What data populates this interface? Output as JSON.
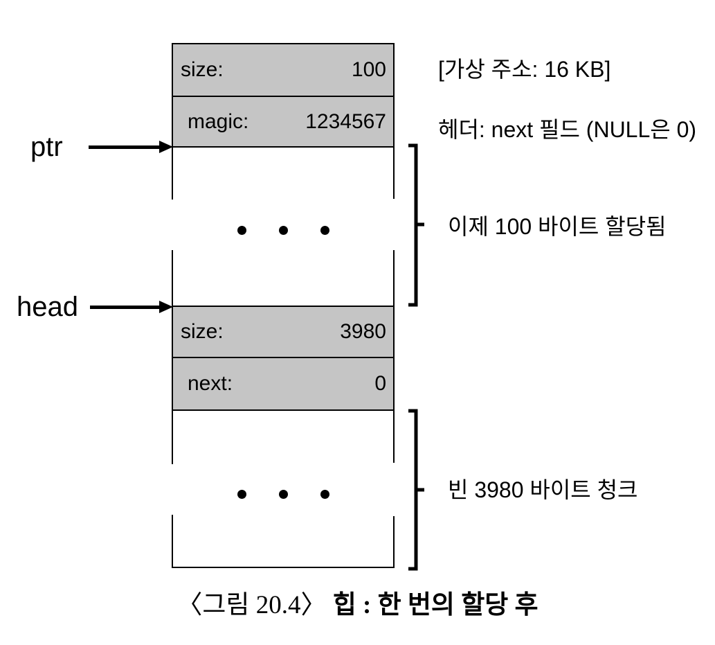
{
  "diagram": {
    "pointers": {
      "ptr": "ptr",
      "head": "head"
    },
    "blocks": [
      {
        "label": "size:",
        "value": "100"
      },
      {
        "label": "magic:",
        "value": "1234567"
      },
      {
        "label": "size:",
        "value": "3980"
      },
      {
        "label": "next:",
        "value": "0"
      }
    ],
    "annotations": {
      "virtual_address": "[가상 주소: 16 KB]",
      "header_note": "헤더: next 필드 (NULL은 0)",
      "allocated_note": "이제 100 바이트 할당됨",
      "free_note": "빈 3980 바이트 청크"
    },
    "caption": {
      "number": "〈그림 20.4〉",
      "title": "힙 : 한 번의 할당 후"
    },
    "colors": {
      "block_fill": "#c5c5c5",
      "line": "#000000",
      "background": "#ffffff"
    }
  }
}
